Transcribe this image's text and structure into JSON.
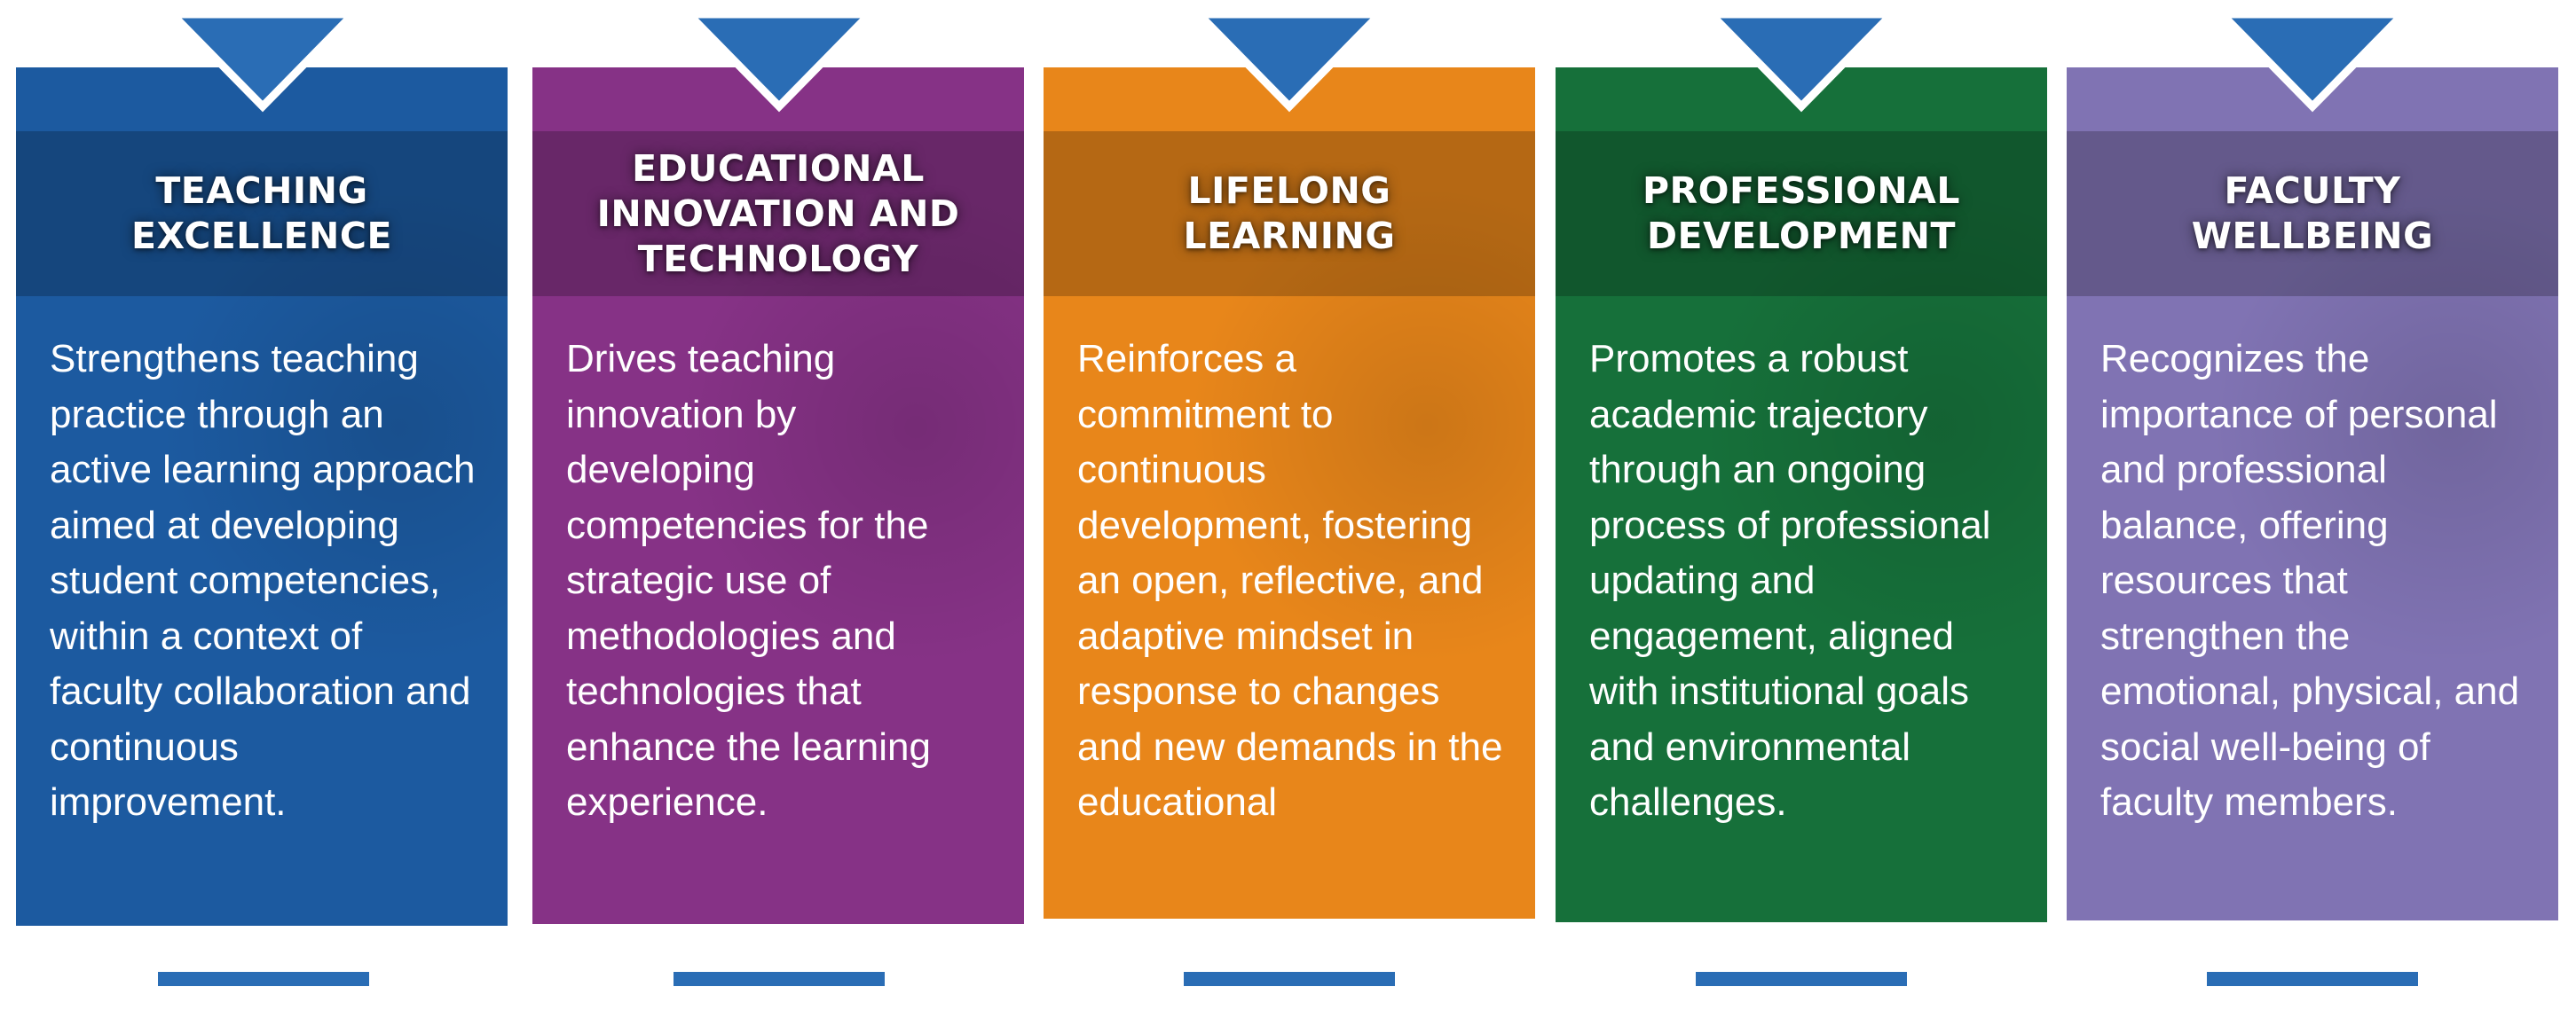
{
  "colors": {
    "pointer": "#2a6db5",
    "bar": "#2a6db5",
    "outline": "#ffffff"
  },
  "cards": [
    {
      "title_line1": "Teaching",
      "title_line2": "Excellence",
      "title_line3": "",
      "body": "Strengthens teaching practice through an active learning approach aimed at developing student competencies, within a context of faculty collaboration and continuous improvement.",
      "color": "#1c5aa0"
    },
    {
      "title_line1": "Educational",
      "title_line2": "Innovation and",
      "title_line3": "Technology",
      "body": "Drives teaching innovation by developing competencies for the strategic use of methodologies and technologies that enhance the learning experience.",
      "color": "#863286"
    },
    {
      "title_line1": "Lifelong",
      "title_line2": "Learning",
      "title_line3": "",
      "body": "Reinforces a commitment to continuous development, fostering an open, reflective, and adaptive mindset in response to changes and new demands in the educational",
      "color": "#e8861a"
    },
    {
      "title_line1": "Professional",
      "title_line2": "Development",
      "title_line3": "",
      "body": "Promotes a robust academic trajectory through an ongoing process of professional updating and engagement, aligned with institutional goals and environmental challenges.",
      "color": "#16703a"
    },
    {
      "title_line1": "Faculty",
      "title_line2": "Wellbeing",
      "title_line3": "",
      "body": "Recognizes the importance of personal and professional balance, offering resources that strengthen the emotional, physical, and social well-being of faculty members.",
      "color": "#8073b3"
    }
  ]
}
